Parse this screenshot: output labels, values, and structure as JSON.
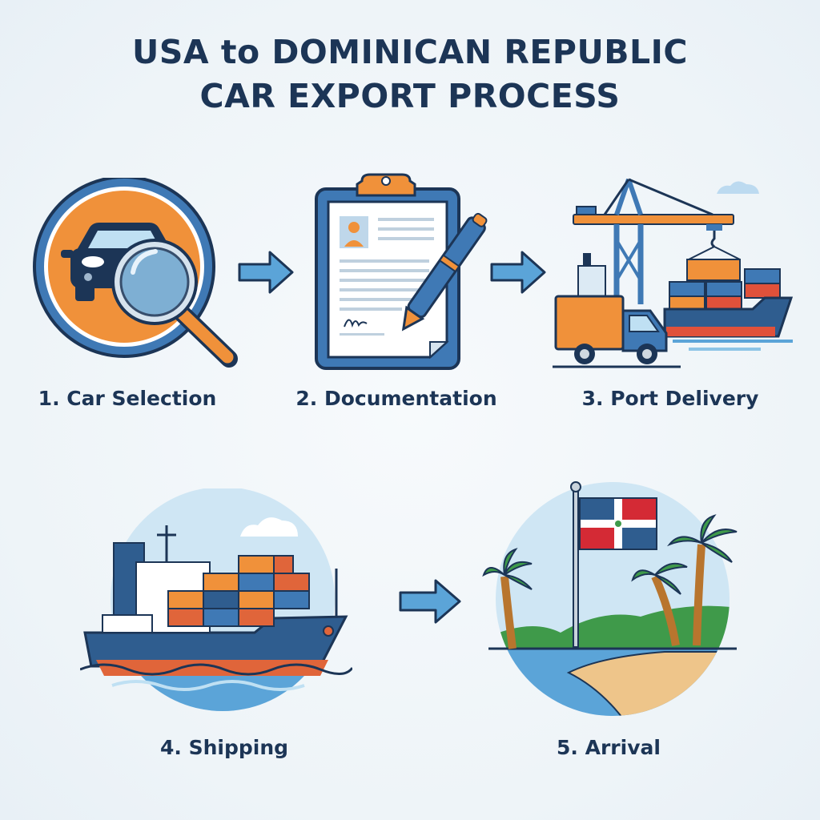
{
  "title": {
    "line1": "USA to DOMINICAN REPUBLIC",
    "line2": "CAR EXPORT PROCESS"
  },
  "steps": [
    {
      "number": 1,
      "label": "1. Car Selection",
      "icon": "car-magnifier-icon"
    },
    {
      "number": 2,
      "label": "2. Documentation",
      "icon": "clipboard-pen-icon"
    },
    {
      "number": 3,
      "label": "3. Port Delivery",
      "icon": "port-truck-crane-ship-icon"
    },
    {
      "number": 4,
      "label": "4. Shipping",
      "icon": "cargo-ship-icon"
    },
    {
      "number": 5,
      "label": "5. Arrival",
      "icon": "dominican-beach-flag-icon"
    }
  ],
  "colors": {
    "navy": "#1c3556",
    "blue": "#3f79b5",
    "light_blue": "#5ba4d8",
    "orange": "#f0913a",
    "red": "#e0513a",
    "sky": "#cfe6f4",
    "green": "#3f9a4a",
    "sand": "#eec58a"
  }
}
